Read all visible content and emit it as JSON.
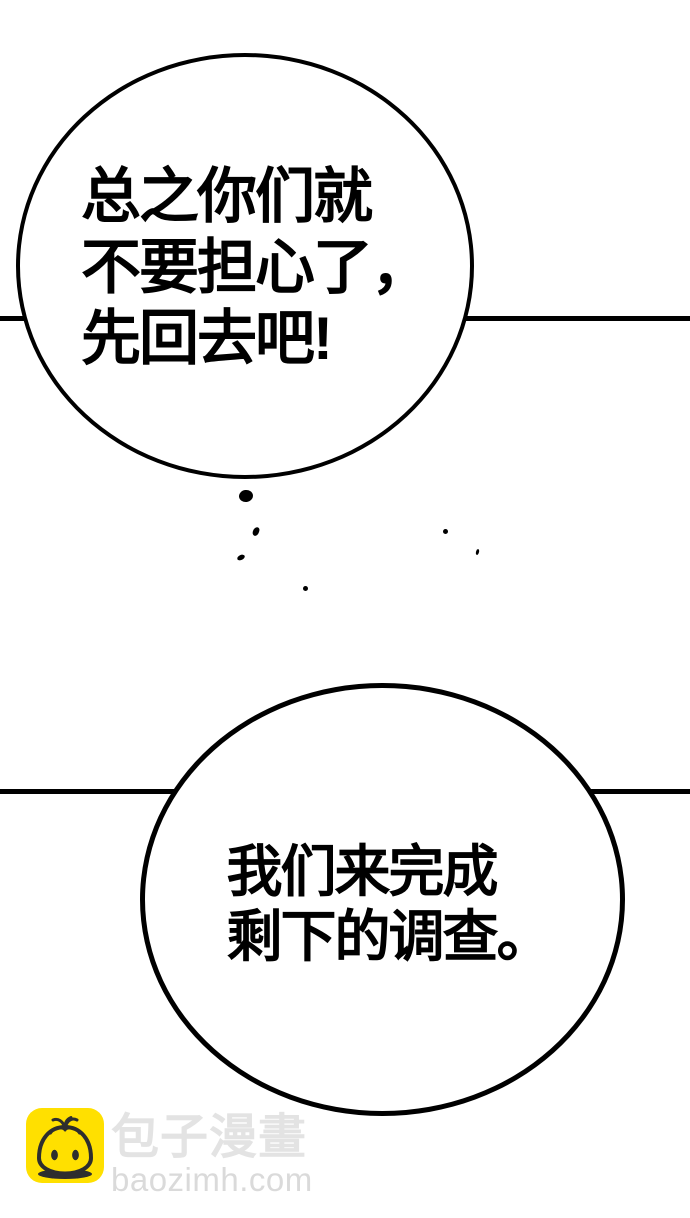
{
  "page": {
    "type": "comic-panel",
    "background_color": "#ffffff",
    "ink_color": "#000000"
  },
  "speech_bubbles": [
    {
      "name": "speech-bubble-top",
      "lines": [
        "总之你们就",
        "不要担心了，",
        "先回去吧!"
      ]
    },
    {
      "name": "speech-bubble-bottom",
      "lines": [
        "我们来完成",
        "剩下的调查。"
      ]
    }
  ],
  "watermark": {
    "icon": "baozi-bun-icon",
    "site_name": "包子漫畫",
    "site_url": "baozimh.com",
    "colors": {
      "icon_background": "#ffe000",
      "icon_ink": "#2e2e2e",
      "site_name_text": "#e3e3e3",
      "site_url_text": "#dadada"
    }
  }
}
